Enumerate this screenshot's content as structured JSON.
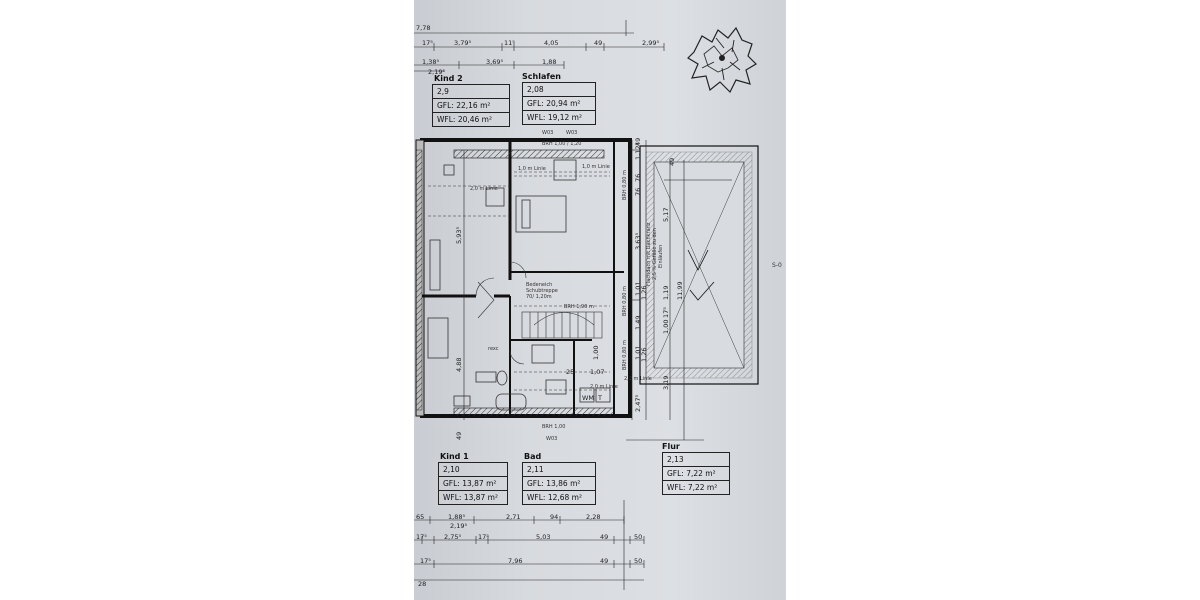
{
  "rooms": {
    "kind2": {
      "name": "Kind 2",
      "num": "2,9",
      "gfl": "GFL: 22,16 m²",
      "wfl": "WFL: 20,46 m²"
    },
    "schlafen": {
      "name": "Schlafen",
      "num": "2,08",
      "gfl": "GFL: 20,94 m²",
      "wfl": "WFL: 19,12 m²"
    },
    "kind1": {
      "name": "Kind 1",
      "num": "2,10",
      "gfl": "GFL: 13,87 m²",
      "wfl": "WFL: 13,87 m²"
    },
    "bad": {
      "name": "Bad",
      "num": "2,11",
      "gfl": "GFL: 13,86 m²",
      "wfl": "WFL: 12,68 m²"
    },
    "flur": {
      "name": "Flur",
      "num": "2,13",
      "gfl": "GFL: 7,22 m²",
      "wfl": "WFL: 7,22 m²"
    }
  },
  "dims_top": {
    "overall": "7,78",
    "row1": [
      "17⁵",
      "3,79⁵",
      "11⁵",
      "4,05",
      "49",
      "2,99⁵"
    ],
    "row2": [
      "1,38⁵",
      "3,69⁵",
      "1,88"
    ],
    "row2b": "2,19⁵"
  },
  "dims_bottom": {
    "row1": [
      "65",
      "1,88⁵",
      "2,71",
      "94",
      "2,28"
    ],
    "row1b": "2,19⁵",
    "row2": [
      "17⁵",
      "2,75⁵",
      "17⁵",
      "5,03",
      "49",
      "50"
    ],
    "row3": [
      "17⁵",
      "7,96",
      "49",
      "50"
    ],
    "row4": "28"
  },
  "dims_vertical": {
    "left": [
      "5,93⁵",
      "4,88",
      "49"
    ],
    "right_inner": [
      "1,12⁵",
      "76",
      "76",
      "3,63⁵",
      "1,01",
      "1,26",
      "1,49",
      "1,01",
      "1,26",
      "2,47⁵"
    ],
    "right_mid": [
      "5,17",
      "1,19",
      "17⁵",
      "1,00",
      "3,19"
    ],
    "right_outer": "11,99",
    "top_right": "49",
    "top_right2": "49"
  },
  "annotations": {
    "linie1": "1,0 m Linie",
    "linie2": "1,0 m Linie",
    "linie3": "2,0 m Linie",
    "linie4": "2,0 m Linie",
    "linie5": "2,2 m Linie",
    "brh1": "BRH 1,90 m",
    "brh2": "BRH 0,80 m",
    "brh3": "BRH 0,80 m",
    "brh4": "BRH 0,80 m",
    "treppe1": "Bedeneich",
    "treppe2": "Schubtreppe",
    "treppe3": "70/ 1,20m",
    "dach1": "Flachdach mit Dachkranz",
    "dach2": "2,5 % Gefälle zu den",
    "dach3": "Einläufen",
    "wm": "WM",
    "t": "T",
    "w03a": "W03",
    "w03b": "W03",
    "w03c": "W03",
    "rw": "rexc",
    "d25": "25",
    "d107": "1,07",
    "d100": "1,00",
    "brh_top": "BRH 1,00 / 1,20",
    "brh_bot": "BRH 1,00"
  },
  "edge_label": "S-0"
}
